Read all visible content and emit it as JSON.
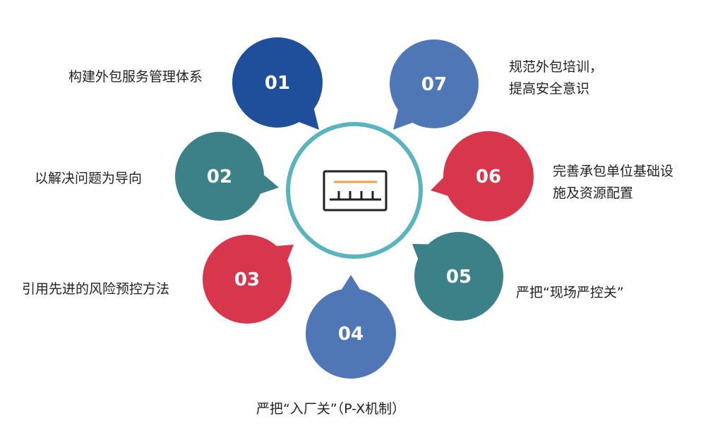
{
  "colors": {
    "dark_blue": "#1f4e9a",
    "light_blue": "#5077b5",
    "teal": "#3c8088",
    "red": "#d8364d",
    "center_ring": "#59b4bd",
    "icon_orange": "#f3a13c",
    "icon_dark": "#222222"
  },
  "center_icon": "monitor-dashboard-icon",
  "items": [
    {
      "num": "01",
      "color": "dark_blue",
      "lines": [
        "构建外包服务管理体系"
      ]
    },
    {
      "num": "02",
      "color": "teal",
      "lines": [
        "以解决问题为导向"
      ]
    },
    {
      "num": "03",
      "color": "red",
      "lines": [
        "引用先进的风险预控方法"
      ]
    },
    {
      "num": "04",
      "color": "light_blue",
      "lines": [
        "严把“入厂关”（P-X机制）"
      ]
    },
    {
      "num": "05",
      "color": "teal",
      "lines": [
        "严把“现场严控关”"
      ]
    },
    {
      "num": "06",
      "color": "red",
      "lines": [
        "完善承包单位基础设",
        "施及资源配置"
      ]
    },
    {
      "num": "07",
      "color": "light_blue",
      "lines": [
        "规范外包培训，",
        "提高安全意识"
      ]
    }
  ]
}
